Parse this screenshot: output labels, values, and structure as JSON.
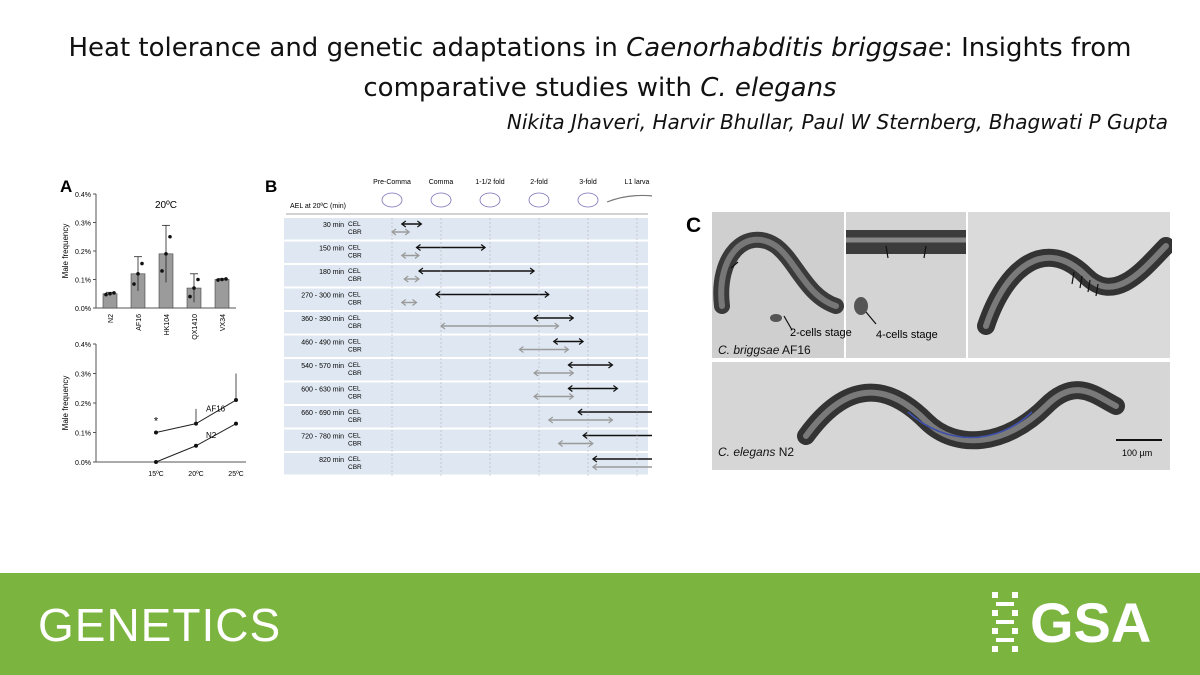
{
  "title": {
    "line1_pre": "Heat tolerance and genetic adaptations in ",
    "line1_italic": "Caenorhabditis briggsae",
    "line1_post": ": Insights from",
    "line2_pre": "comparative studies with ",
    "line2_italic": "C. elegans"
  },
  "authors": "Nikita Jhaveri, Harvir Bhullar, Paul W Sternberg, Bhagwati P Gupta",
  "footer": {
    "journal": "GENETICS",
    "org": "GSA",
    "color": "#7cb440"
  },
  "panel_a": {
    "label": "A",
    "chart_data": [
      {
        "type": "bar",
        "title": "20ºC",
        "ylabel": "Male frequency",
        "categories": [
          "N2",
          "AF16",
          "HK104",
          "QX1410",
          "VX34"
        ],
        "values": [
          0.05,
          0.12,
          0.19,
          0.07,
          0.1
        ],
        "errors": [
          0.005,
          0.06,
          0.1,
          0.05,
          0.003
        ],
        "ylim": [
          0,
          0.4
        ],
        "yticks": [
          "0.0%",
          "0.1%",
          "0.2%",
          "0.3%",
          "0.4%"
        ]
      },
      {
        "type": "line",
        "ylabel": "Male frequency",
        "x": [
          "15ºC",
          "20ºC",
          "25ºC"
        ],
        "series": [
          {
            "name": "AF16",
            "values": [
              0.1,
              0.13,
              0.21
            ]
          },
          {
            "name": "N2",
            "values": [
              0.0,
              0.055,
              0.13
            ]
          }
        ],
        "annotation": "*",
        "ylim": [
          0,
          0.4
        ],
        "yticks": [
          "0.0%",
          "0.1%",
          "0.2%",
          "0.3%",
          "0.4%"
        ]
      }
    ]
  },
  "panel_b": {
    "label": "B",
    "header": "AEL at 20ºC (min)",
    "stages": [
      "Pre-Comma",
      "Comma",
      "1-1/2 fold",
      "2-fold",
      "3-fold",
      "L1 larva"
    ],
    "species": [
      "CEL",
      "CBR"
    ],
    "colors": {
      "CEL": "#111111",
      "CBR": "#9a9a9a",
      "row_shade": "#dfe8f2"
    },
    "chart_data": {
      "type": "table",
      "axis_positions": [
        0,
        1,
        2,
        3,
        4,
        5
      ],
      "rows": [
        {
          "time": "30 min",
          "cel": [
            0.2,
            0.6
          ],
          "cbr": [
            0.0,
            0.35
          ]
        },
        {
          "time": "150 min",
          "cel": [
            0.5,
            1.9
          ],
          "cbr": [
            0.2,
            0.55
          ]
        },
        {
          "time": "180 min",
          "cel": [
            0.55,
            2.9
          ],
          "cbr": [
            0.25,
            0.55
          ]
        },
        {
          "time": "270 - 300 min",
          "cel": [
            0.9,
            3.2
          ],
          "cbr": [
            0.2,
            0.5
          ]
        },
        {
          "time": "360 - 390 min",
          "cel": [
            2.9,
            3.7
          ],
          "cbr": [
            1.0,
            3.4
          ]
        },
        {
          "time": "460 - 490 min",
          "cel": [
            3.3,
            3.9
          ],
          "cbr": [
            2.6,
            3.6
          ]
        },
        {
          "time": "540 - 570 min",
          "cel": [
            3.6,
            4.5
          ],
          "cbr": [
            2.9,
            3.7
          ]
        },
        {
          "time": "600 - 630 min",
          "cel": [
            3.6,
            4.6
          ],
          "cbr": [
            2.9,
            3.7
          ]
        },
        {
          "time": "660 - 690 min",
          "cel": [
            3.8,
            5.6
          ],
          "cbr": [
            3.2,
            4.5
          ]
        },
        {
          "time": "720 - 780 min",
          "cel": [
            3.9,
            5.6
          ],
          "cbr": [
            3.4,
            4.1
          ]
        },
        {
          "time": "820 min",
          "cel": [
            4.1,
            5.9
          ],
          "cbr": [
            4.1,
            5.9
          ]
        }
      ]
    }
  },
  "panel_c": {
    "label": "C",
    "labels": {
      "two_cell": "2-cells stage",
      "four_cell": "4-cells stage",
      "cbr_species": "C. briggsae",
      "cbr_strain": " AF16",
      "cel_species": "C. elegans",
      "cel_strain": " N2",
      "scale": "100 µm"
    }
  }
}
